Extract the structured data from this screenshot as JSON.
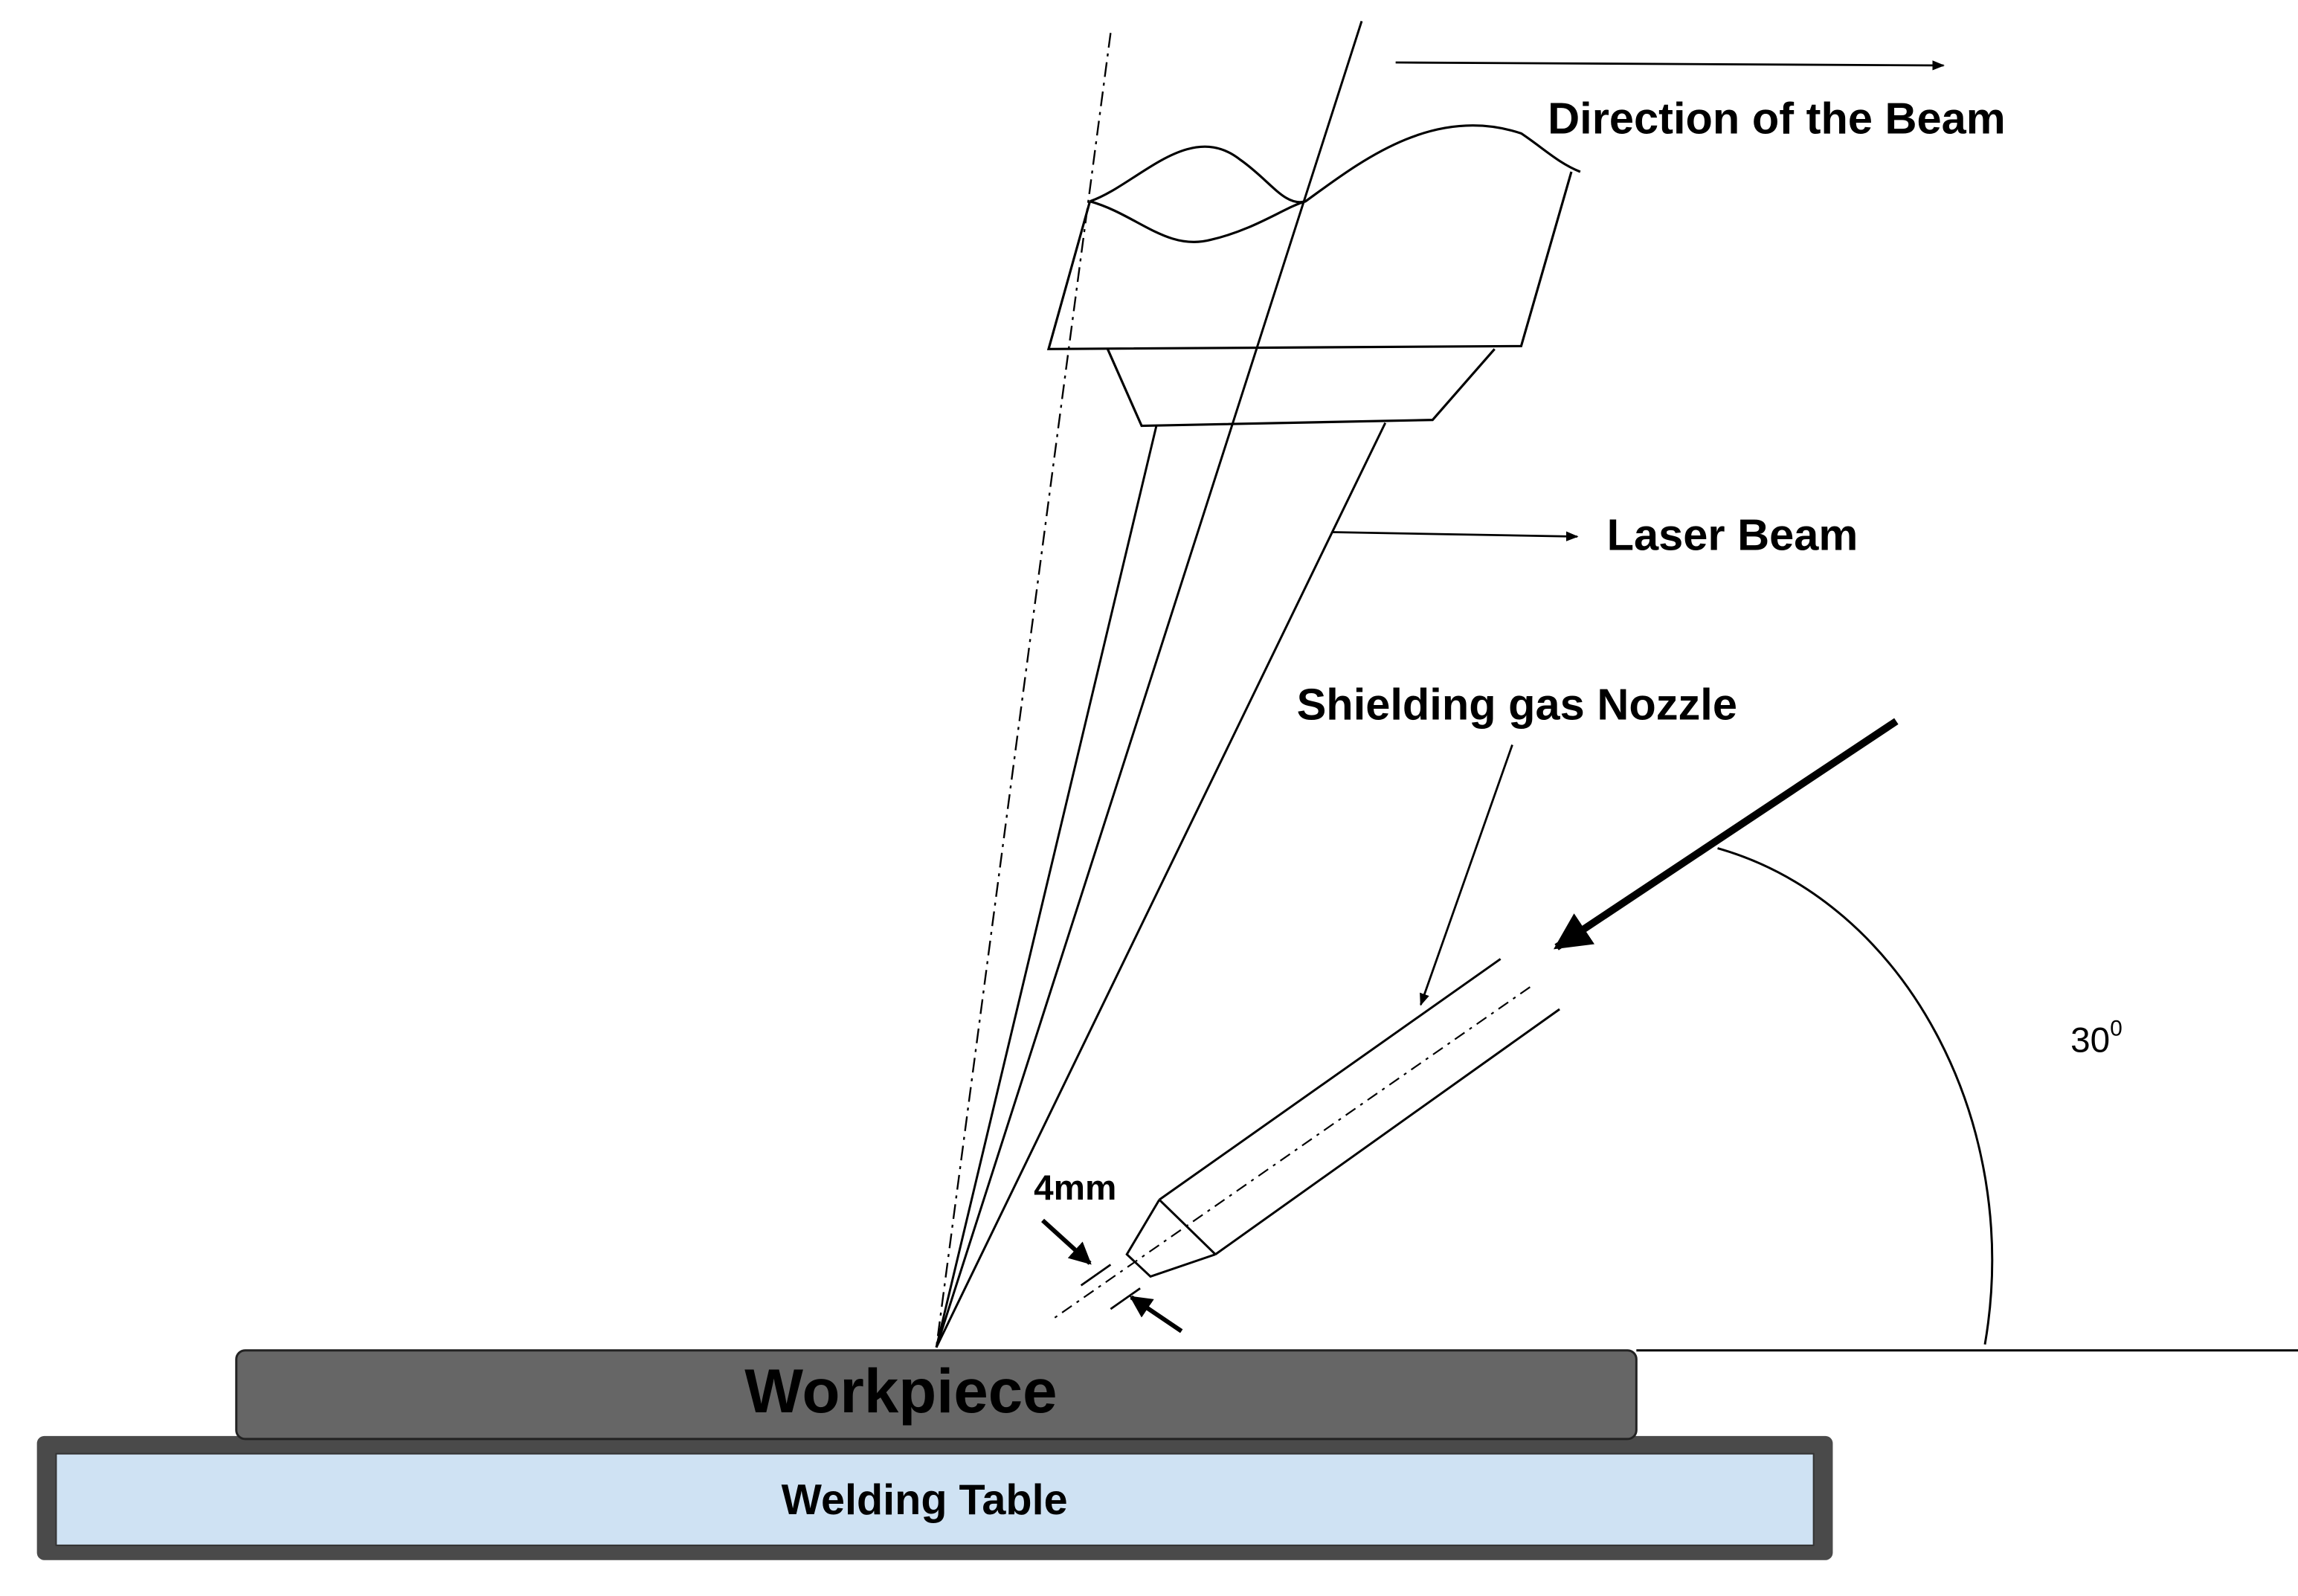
{
  "labels": {
    "direction_of_beam": "Direction of the Beam",
    "laser_beam": "Laser Beam",
    "shielding_gas_nozzle": "Shielding gas Nozzle",
    "angle_value": "30",
    "angle_superscript": "0",
    "gap": "4mm",
    "workpiece": "Workpiece",
    "welding_table": "Welding Table"
  },
  "colors": {
    "line": "#000000",
    "workpiece_fill": "#666666",
    "table_frame": "#4a4a4a",
    "table_fill": "#cfe2f3",
    "background": "#ffffff"
  }
}
